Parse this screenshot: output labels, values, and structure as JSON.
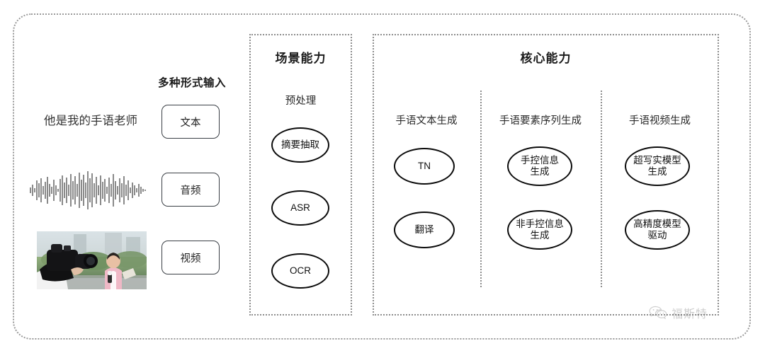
{
  "diagram": {
    "input_panel": {
      "title": "多种形式输入",
      "sample_text": "他是我的手语老师",
      "modalities": [
        {
          "label": "文本",
          "media": "text-sample"
        },
        {
          "label": "音频",
          "media": "audio-waveform"
        },
        {
          "label": "视频",
          "media": "video-thumbnail"
        }
      ]
    },
    "scene_box": {
      "title": "场景能力",
      "groups": [
        {
          "heading": "预处理",
          "nodes": [
            "摘要抽取",
            "ASR",
            "OCR"
          ]
        }
      ]
    },
    "core_box": {
      "title": "核心能力",
      "columns": [
        {
          "heading": "手语文本生成",
          "nodes": [
            {
              "lines": [
                "TN"
              ]
            },
            {
              "lines": [
                "翻译"
              ]
            }
          ]
        },
        {
          "heading": "手语要素序列生成",
          "nodes": [
            {
              "lines": [
                "手控信息",
                "生成"
              ]
            },
            {
              "lines": [
                "非手控信息",
                "生成"
              ]
            }
          ]
        },
        {
          "heading": "手语视频生成",
          "nodes": [
            {
              "lines": [
                "超写实模型",
                "生成"
              ]
            },
            {
              "lines": [
                "高精度模型",
                "驱动"
              ]
            }
          ]
        }
      ]
    },
    "watermark": {
      "text": "福斯特",
      "icon": "wechat-icon"
    },
    "colors": {
      "frame": "#9a9a9a",
      "box_border": "#8d8d8d",
      "node_stroke": "#0b0b0b",
      "pill_border": "#3a3f45",
      "text": "#1b1b1b",
      "background": "#ffffff"
    }
  }
}
